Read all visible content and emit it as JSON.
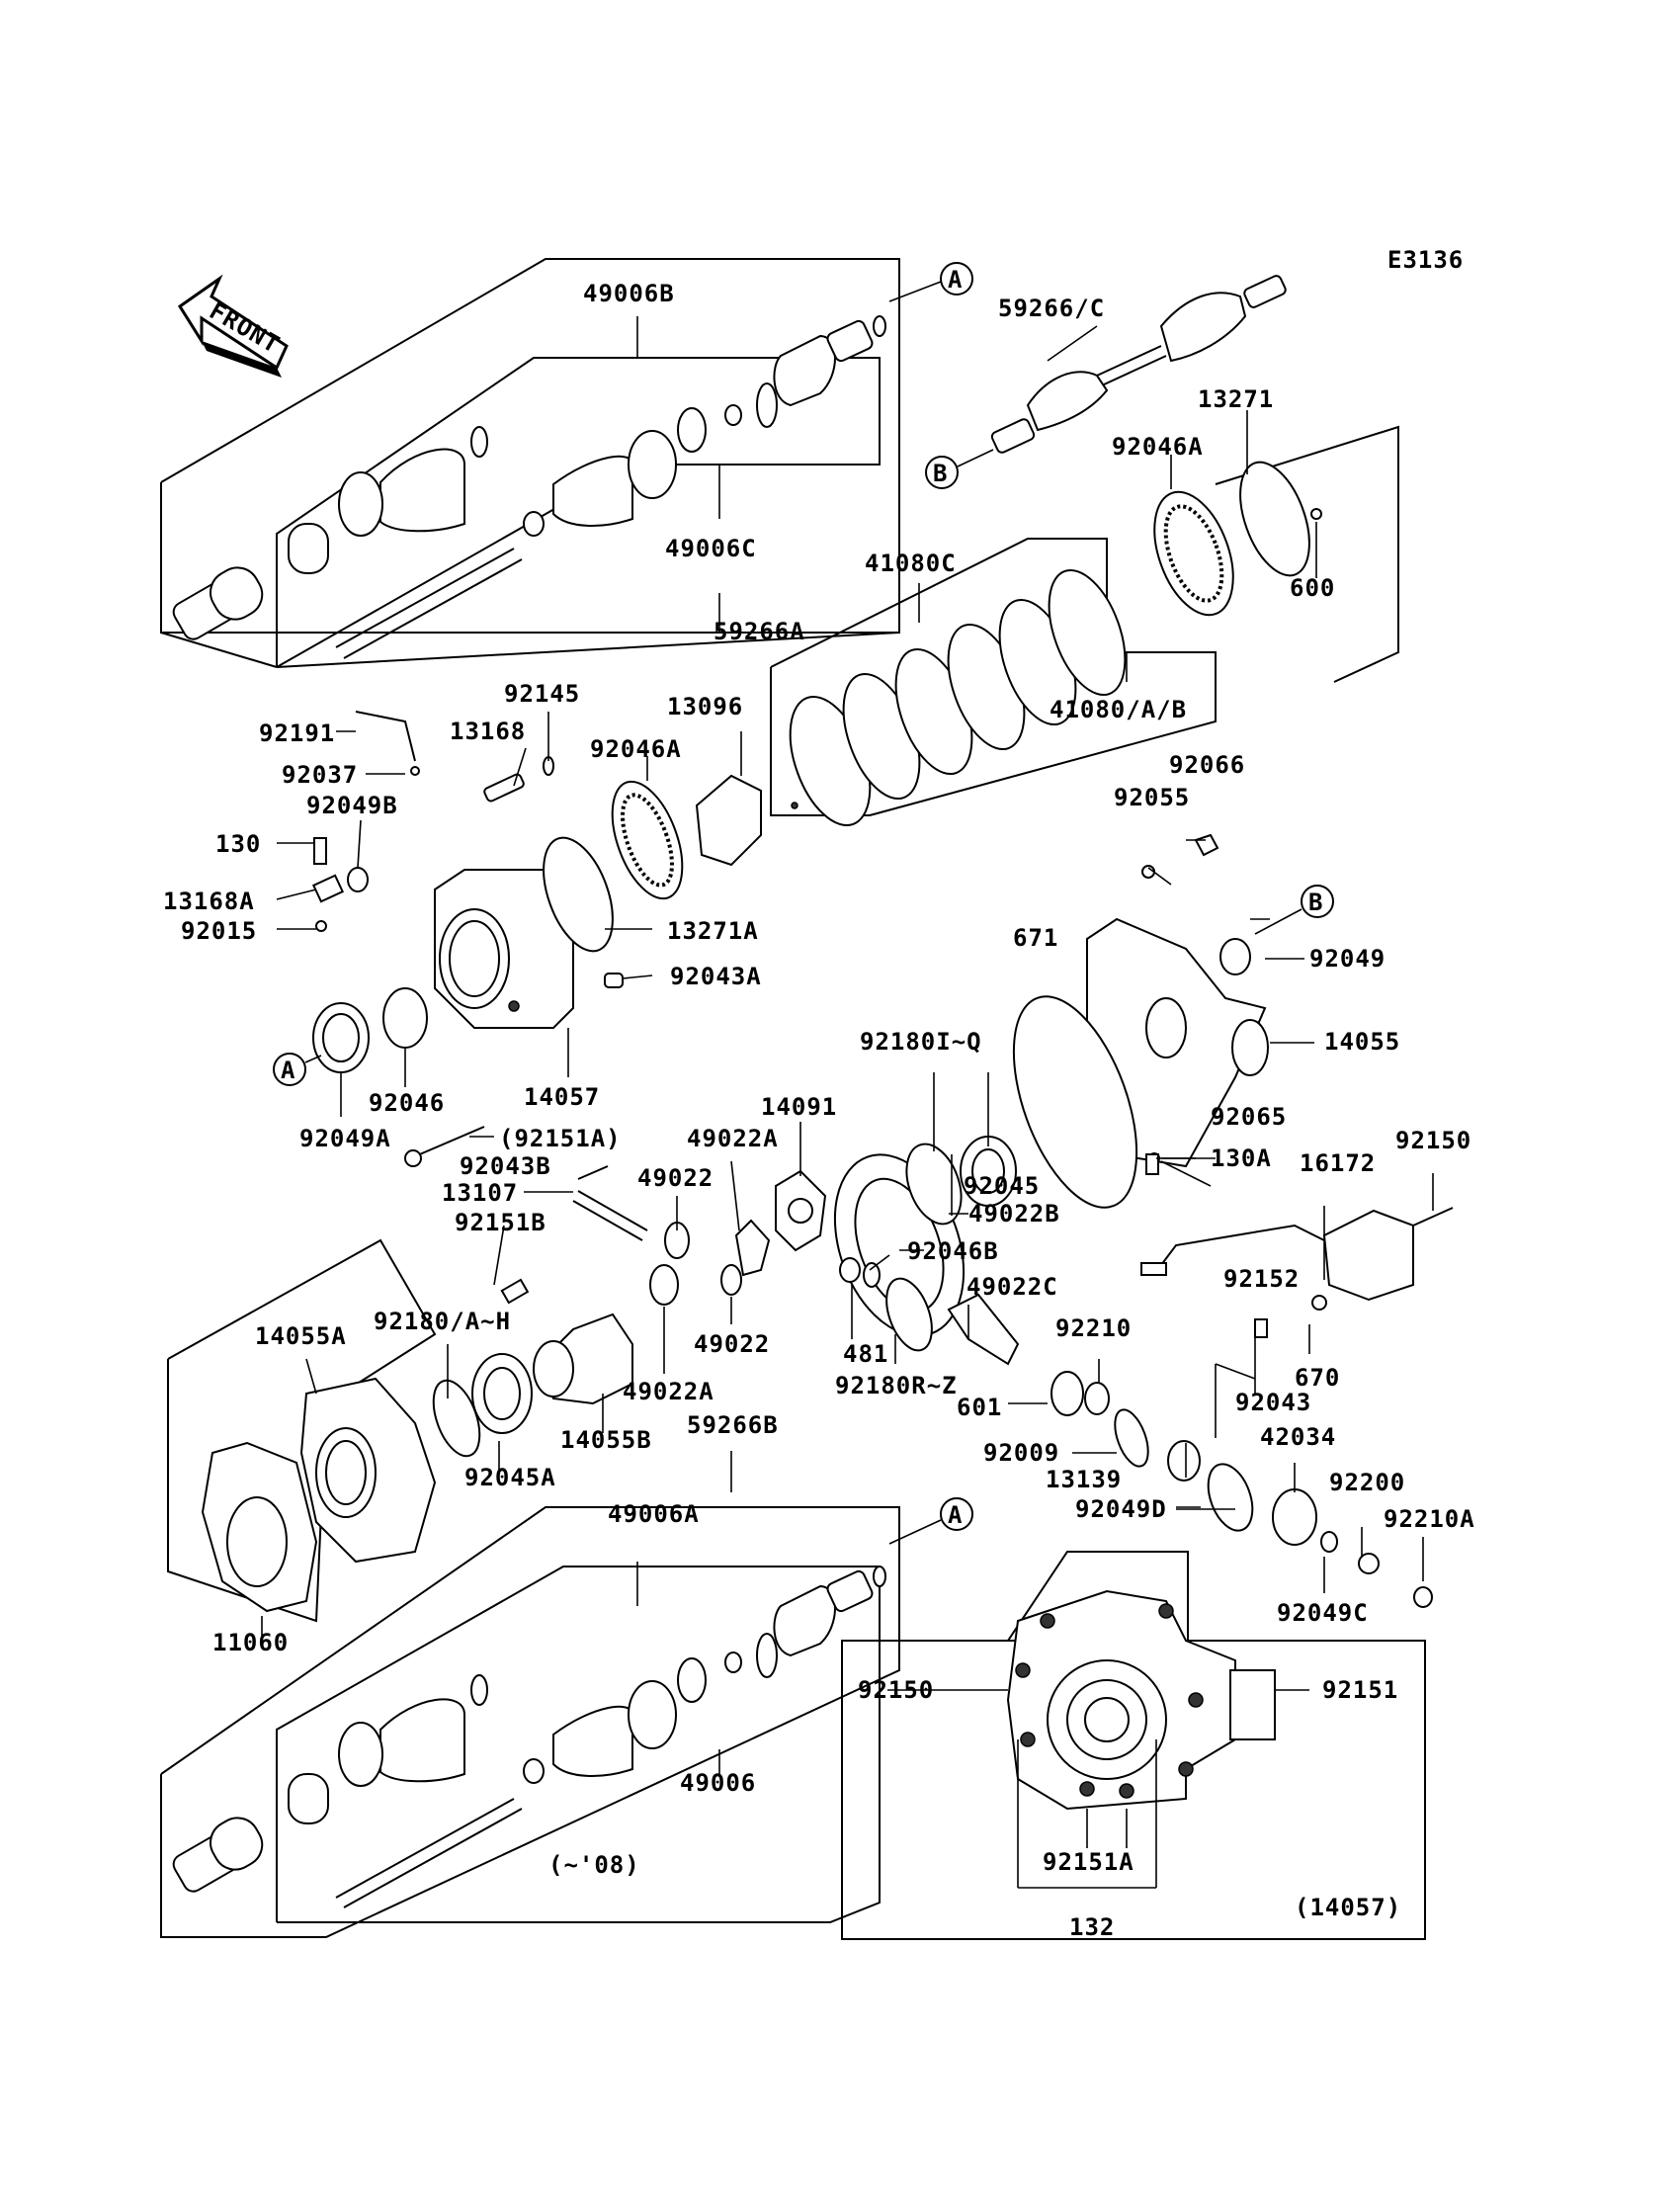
{
  "diagram_code": "E3136",
  "front_arrow_label": "FRONT",
  "callouts": {
    "a": "A",
    "b": "B"
  },
  "labels": {
    "p49006B": "49006B",
    "p49006C": "49006C",
    "p59266A": "59266A",
    "p59266C": "59266/C",
    "p13271": "13271",
    "p92046A_1": "92046A",
    "p600": "600",
    "p41080C": "41080C",
    "p41080AB": "41080/A/B",
    "p92191": "92191",
    "p92037": "92037",
    "p92145": "92145",
    "p13168": "13168",
    "p92049B": "92049B",
    "p130": "130",
    "p13168A": "13168A",
    "p92015": "92015",
    "p92046A_2": "92046A",
    "p13096": "13096",
    "p13271A": "13271A",
    "p92043A": "92043A",
    "p92046": "92046",
    "p14057": "14057",
    "p92049A": "92049A",
    "p92151A_paren": "(92151A)",
    "p92043B": "92043B",
    "p13107": "13107",
    "p92151B": "92151B",
    "p49022_1": "49022",
    "p49022A_1": "49022A",
    "p14091": "14091",
    "p49022_2": "49022",
    "p49022A_2": "49022A",
    "p92066": "92066",
    "p92055": "92055",
    "p671": "671",
    "p92049": "92049",
    "p14055": "14055",
    "p92180IQ": "92180I~Q",
    "p92045": "92045",
    "p49022B": "49022B",
    "p92065": "92065",
    "p130A": "130A",
    "p16172": "16172",
    "p92150_1": "92150",
    "p92046B": "92046B",
    "p49022C": "49022C",
    "p481": "481",
    "p92180RZ": "92180R~Z",
    "p92210": "92210",
    "p601": "601",
    "p92152": "92152",
    "p670": "670",
    "p92043": "92043",
    "p42034": "42034",
    "p92009": "92009",
    "p13139": "13139",
    "p92049D": "92049D",
    "p92200": "92200",
    "p92210A": "92210A",
    "p92049C": "92049C",
    "p14055A": "14055A",
    "p92180AH": "92180/A~H",
    "p14055B": "14055B",
    "p92045A": "92045A",
    "p11060": "11060",
    "p59266B": "59266B",
    "p49006A": "49006A",
    "p49006": "49006",
    "p08": "(~'08)",
    "p92150_2": "92150",
    "p92151": "92151",
    "p92151A": "92151A",
    "p132": "132",
    "p14057_paren": "(14057)"
  }
}
